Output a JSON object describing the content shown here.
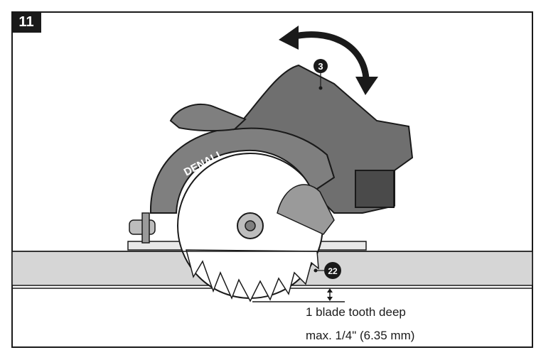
{
  "figure": {
    "step_number": "11",
    "callouts": [
      {
        "id": "callout-3",
        "label": "3"
      },
      {
        "id": "callout-22",
        "label": "22"
      }
    ],
    "brand_text": "DENALI",
    "captions": {
      "depth": "1 blade tooth deep",
      "max_depth": "max. 1/4\" (6.35 mm)"
    },
    "colors": {
      "saw_body": "#7f7f7f",
      "saw_dark": "#4a4a4a",
      "workpiece": "#d6d6d6",
      "line": "#1a1a1a"
    },
    "icons": [
      "curved-double-arrow-icon",
      "depth-arrow-icon"
    ]
  }
}
